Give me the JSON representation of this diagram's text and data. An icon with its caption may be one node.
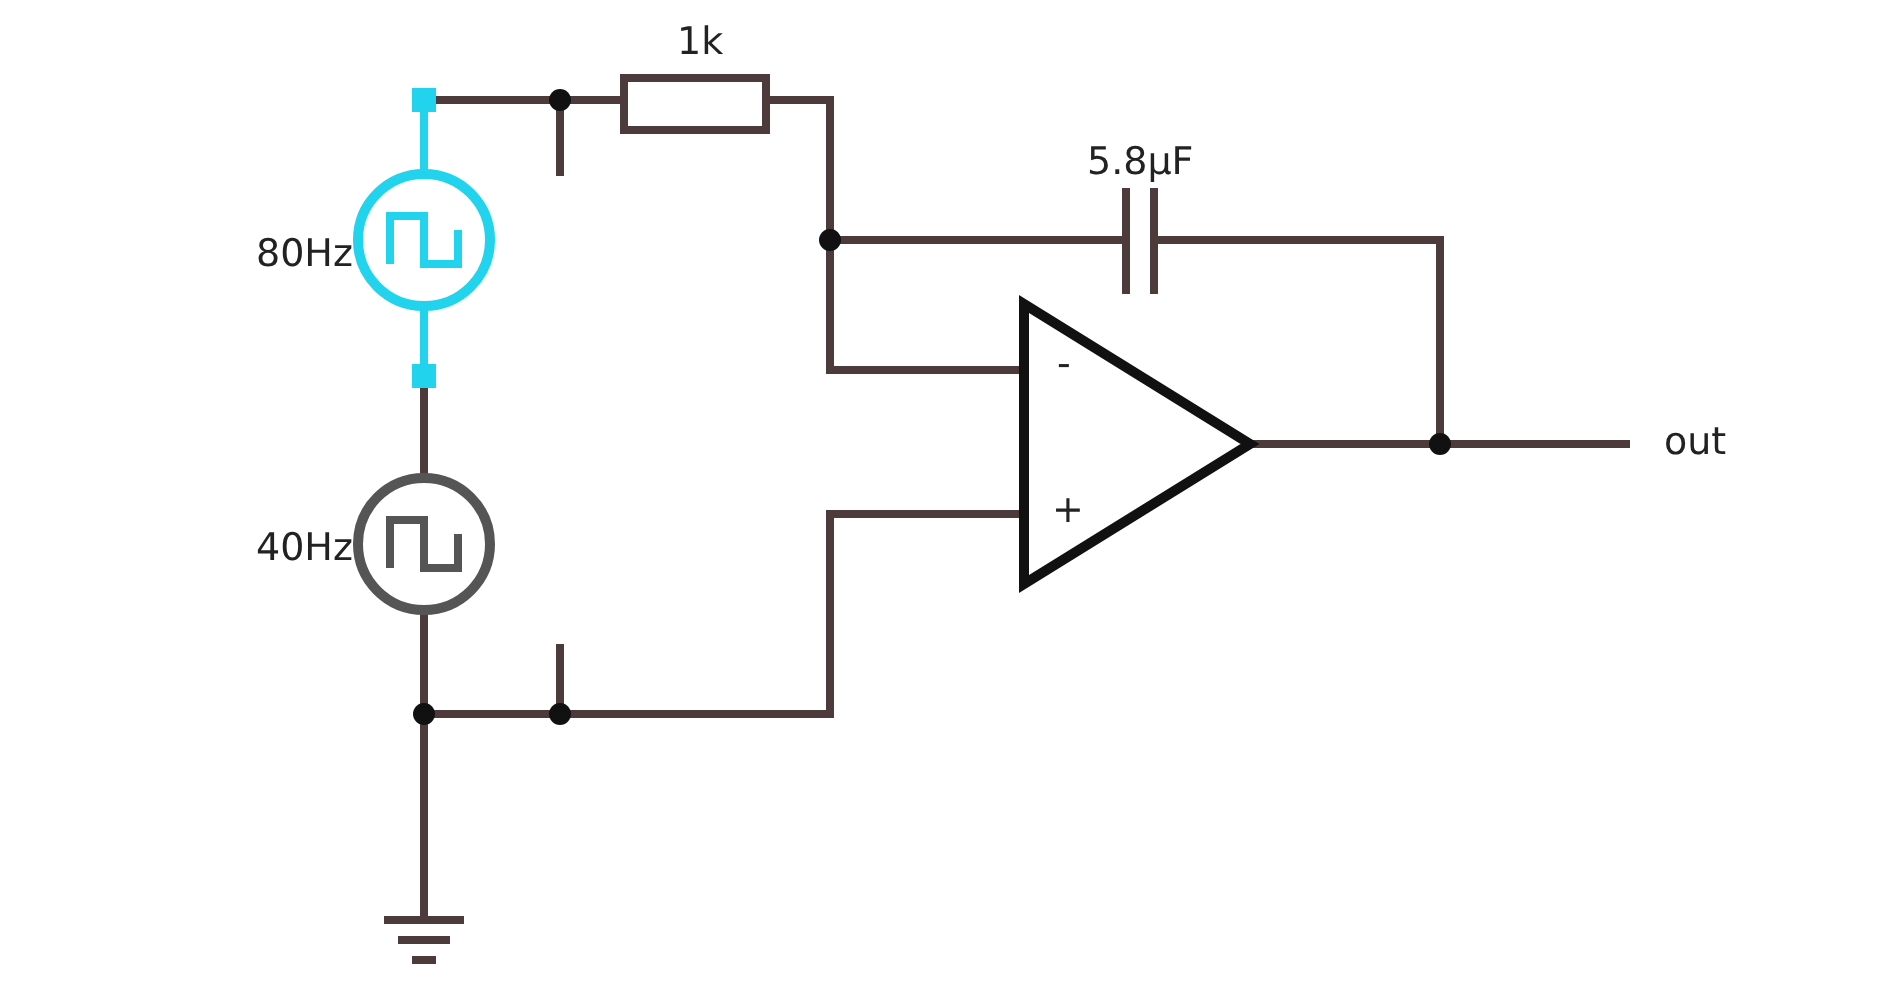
{
  "diagram": {
    "labels": [
      "1k",
      "5.8µF",
      "80Hz",
      "40Hz",
      "-",
      "+",
      "out"
    ]
  }
}
